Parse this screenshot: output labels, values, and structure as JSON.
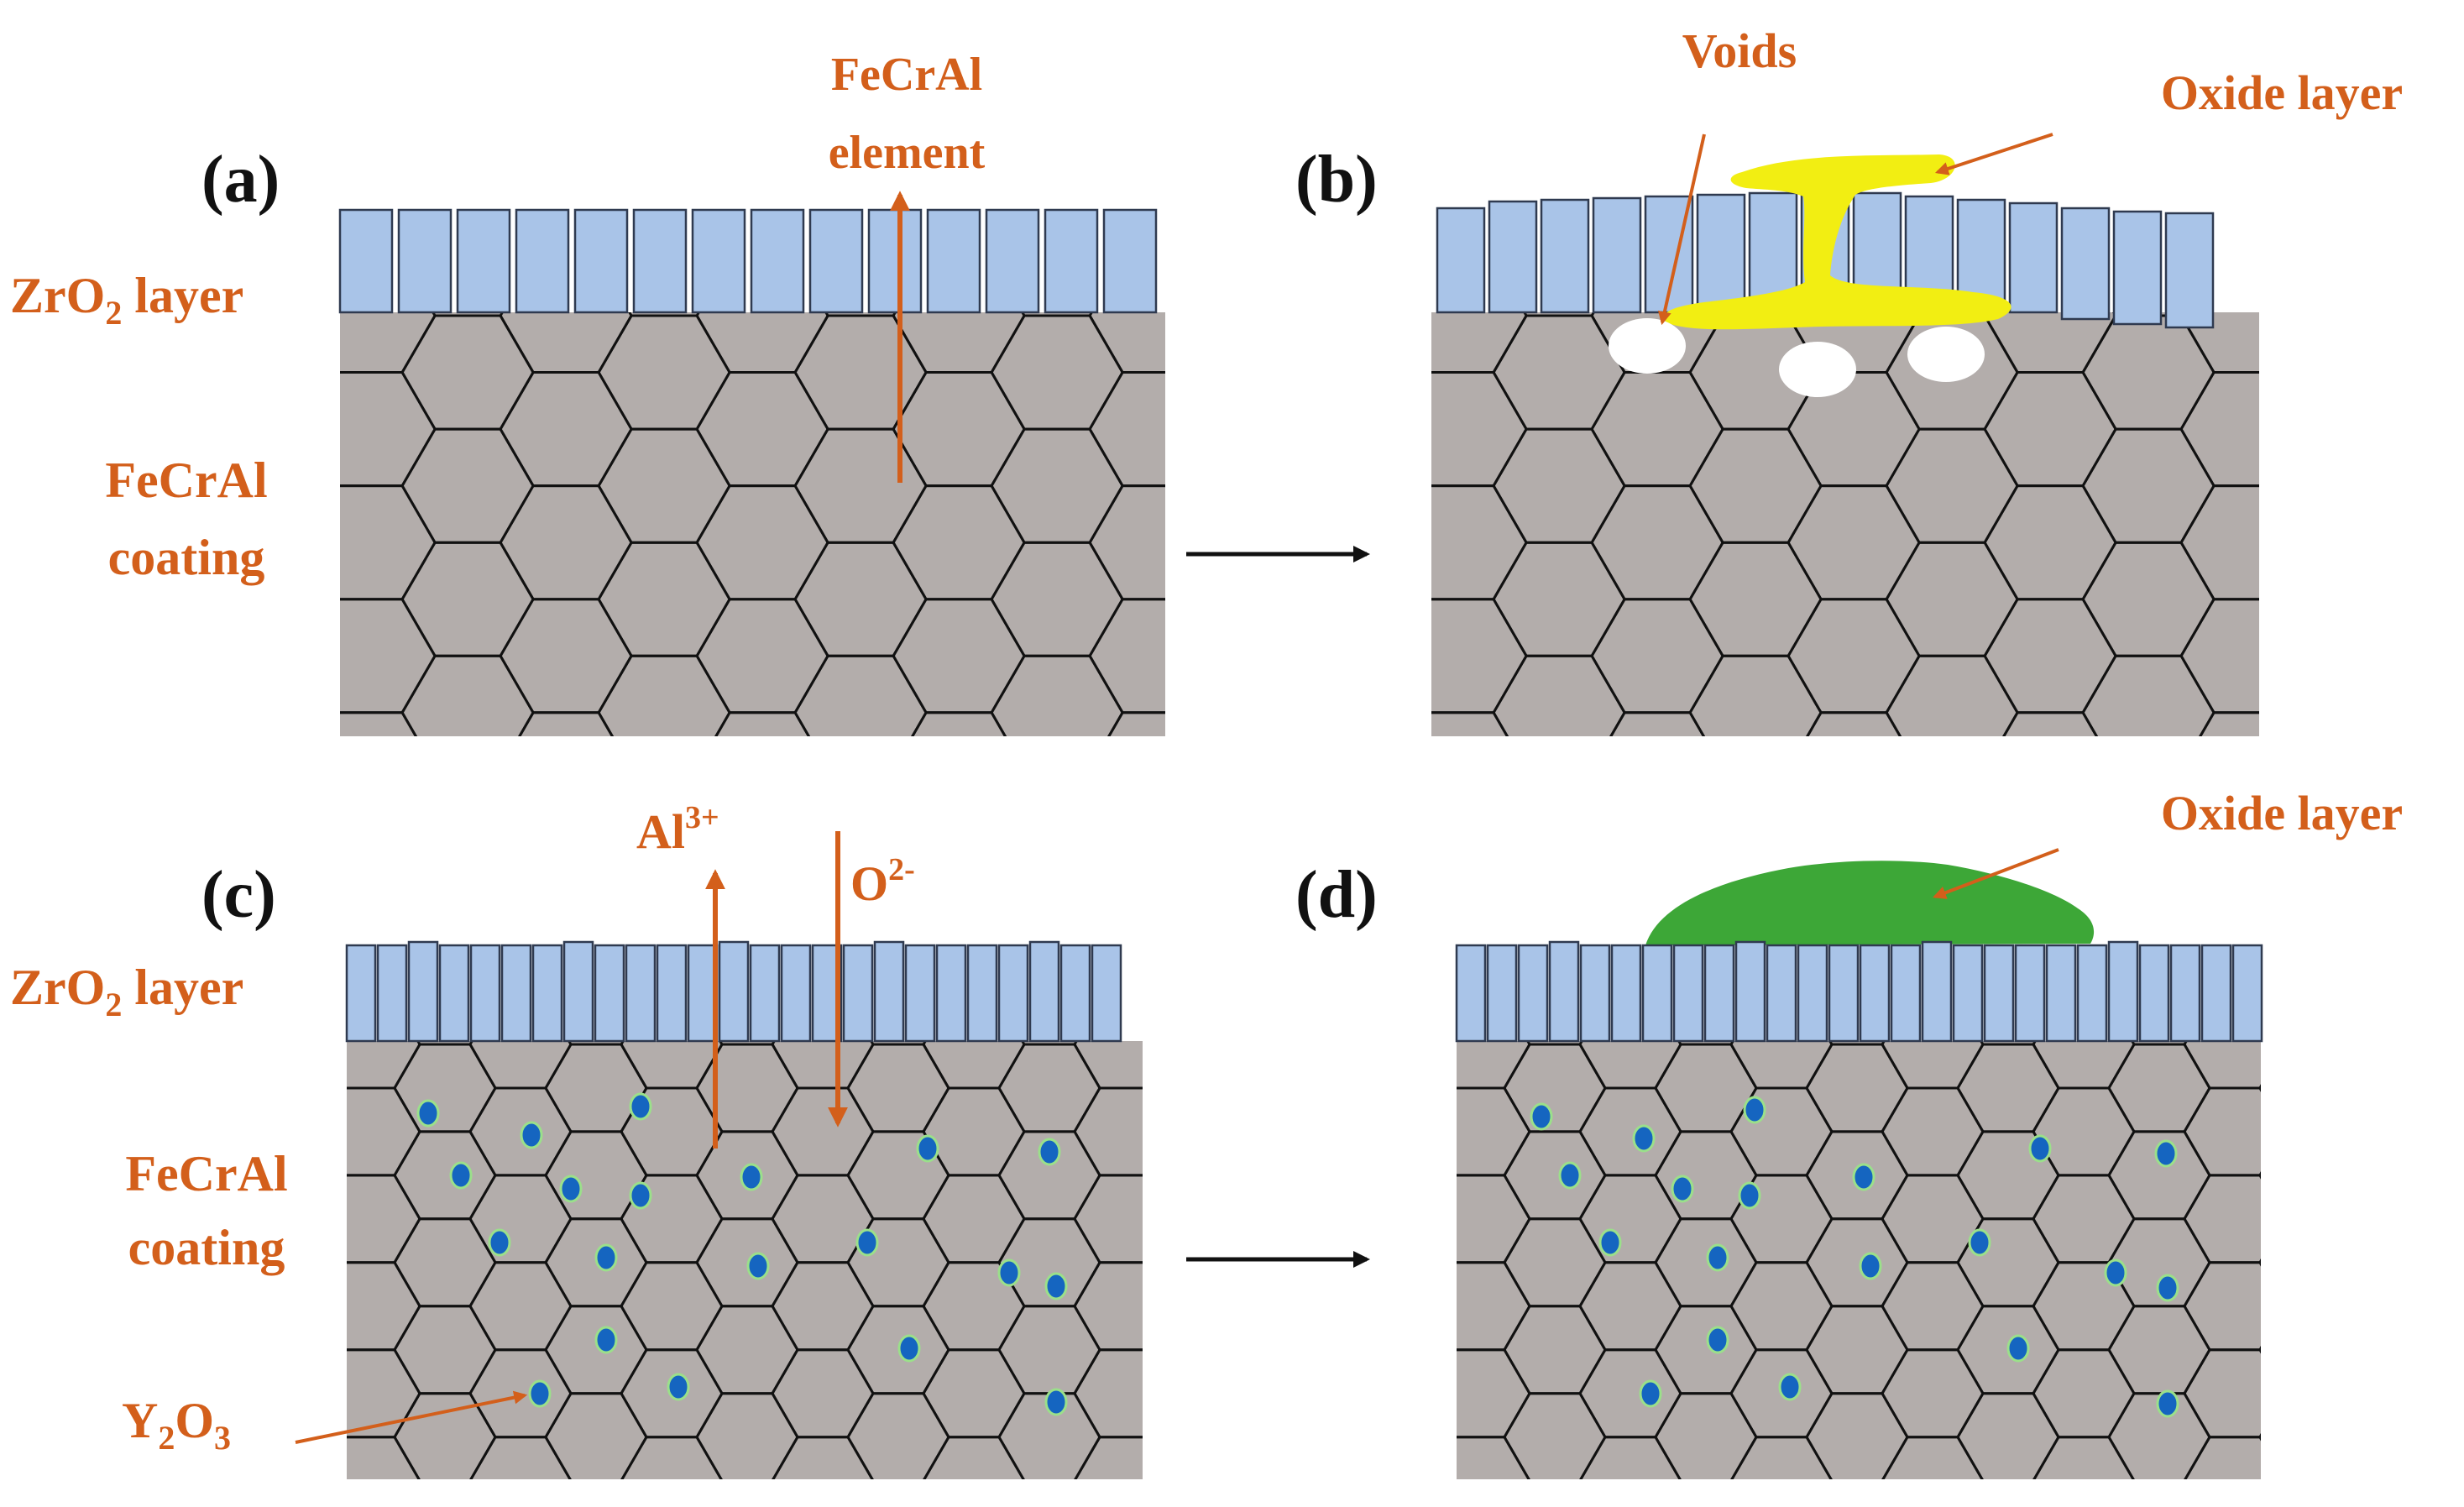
{
  "colors": {
    "orange": "#D35F1B",
    "coating": "#B3ADAB",
    "zro2": "#A9C4E8",
    "zro2_stroke": "#2F3A50",
    "grain": "#111111",
    "y2o3": "#1565C0",
    "y2o3_rim": "#9BE08A",
    "oxide_yellow": "#F2EE12",
    "oxide_green": "#3DA737",
    "void": "#ffffff"
  },
  "panels": {
    "a": {
      "tag": "(a)"
    },
    "b": {
      "tag": "(b)"
    },
    "c": {
      "tag": "(c)"
    },
    "d": {
      "tag": "(d)"
    }
  },
  "labels": {
    "zro2_prefix": "ZrO",
    "zro2_sub": "2",
    "zro2_suffix": " layer",
    "fecral_line1": "FeCrAl",
    "fecral_line2": "coating",
    "element_line1": "FeCrAl",
    "element_line2": "element",
    "voids": "Voids",
    "oxide_layer": "Oxide layer",
    "al_base": "Al",
    "al_sup": "3+",
    "o_base": "O",
    "o_sup": "2-",
    "y2o3_a": "Y",
    "y2o3_sub1": "2",
    "y2o3_b": "O",
    "y2o3_sub2": "3"
  },
  "icons": {
    "process_arrow": "right-arrow-icon",
    "diffusion_arrow": "arrow-icon",
    "leader_line": "leader-line-icon"
  }
}
